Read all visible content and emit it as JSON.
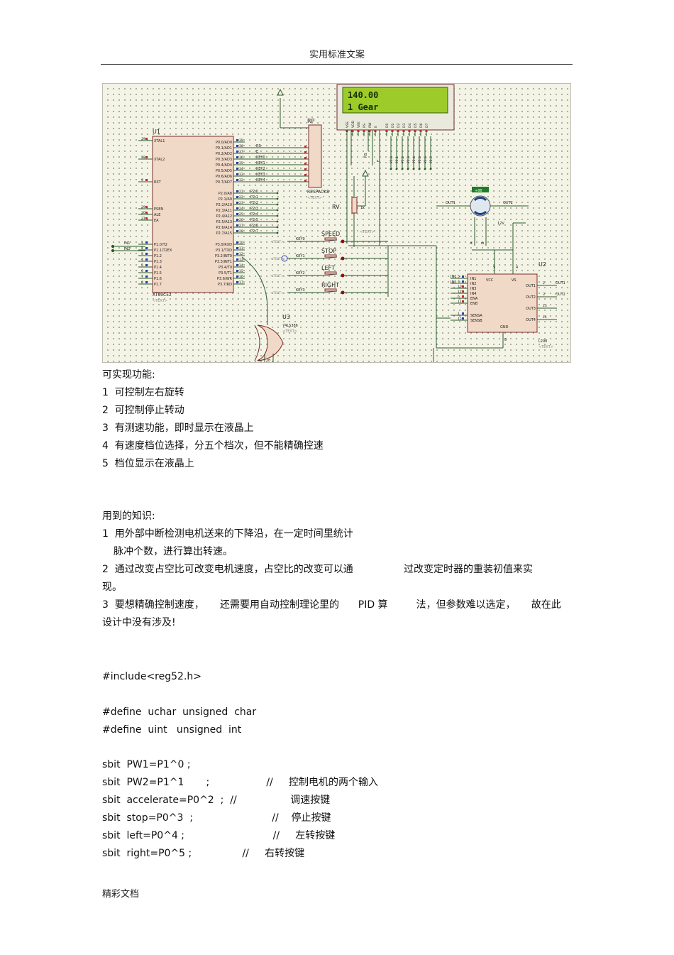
{
  "header": {
    "title": "实用标准文案"
  },
  "schematic": {
    "lcd_line1": "140.00",
    "lcd_line2": "1 Gear",
    "lcd_pins": [
      "VSS",
      "VDD",
      "VEE",
      "RS",
      "RW",
      "E",
      "D0",
      "D1",
      "D2",
      "D3",
      "D4",
      "D5",
      "D6",
      "D7"
    ],
    "u1_ref": "U1",
    "u1_part": "AT89C52",
    "u1_left_pins": [
      "XTAL1",
      "XTAL2",
      "RST",
      "PSEN",
      "ALE",
      "EA",
      "P1.0/T2",
      "P1.1/T2EX",
      "P1.2",
      "P1.3",
      "P1.4",
      "P1.5",
      "P1.6",
      "P1.7"
    ],
    "u1_left_nums": [
      "19",
      "18",
      "9",
      "29",
      "30",
      "31",
      "1",
      "2",
      "3",
      "4",
      "5",
      "6",
      "7",
      "8"
    ],
    "u1_right_pins": [
      "P0.0/AD0",
      "P0.1/AD1",
      "P0.2/AD2",
      "P0.3/AD3",
      "P0.4/AD4",
      "P0.5/AD5",
      "P0.6/AD6",
      "P0.7/AD7",
      "P2.0/A8",
      "P2.1/A9",
      "P2.2/A10",
      "P2.3/A11",
      "P2.4/A12",
      "P2.5/A13",
      "P2.6/A14",
      "P2.7/A15",
      "P3.0/RXD",
      "P3.1/TXD",
      "P3.2/INT0",
      "P3.3/INT1",
      "P3.4/T0",
      "P3.5/T1",
      "P3.6/WR",
      "P3.7/RD"
    ],
    "u1_right_nums": [
      "39",
      "38",
      "37",
      "36",
      "35",
      "34",
      "33",
      "32",
      "21",
      "22",
      "23",
      "24",
      "25",
      "26",
      "27",
      "28",
      "10",
      "11",
      "12",
      "13",
      "14",
      "15",
      "16",
      "17"
    ],
    "p0_nets": [
      "RS",
      "E",
      "KEY0",
      "KEY1",
      "KEY2",
      "KEY3",
      "KEY4"
    ],
    "p2_nets": [
      "P2.0",
      "P2.1",
      "P2.2",
      "P2.3",
      "P2.4",
      "P2.5",
      "P2.6",
      "P2.7"
    ],
    "rp_ref": "RP",
    "rp_part": "RESPACK8",
    "rv_ref": "RV",
    "rv_value": "1k",
    "buttons": [
      "SPEED",
      "STOP",
      "LEFT",
      "RIGHT"
    ],
    "button_keys": [
      "KEY0",
      "KEY1",
      "KEY2",
      "KEY3"
    ],
    "text_tag": "<TEXT>",
    "u3_ref": "U3",
    "u3_part": "74LS386",
    "u2_ref": "U2",
    "u2_part": "L298",
    "u2_left_pins": [
      "IN1",
      "IN2",
      "IN3",
      "IN4",
      "ENA",
      "ENB",
      "SENSA",
      "SENSB"
    ],
    "u2_top_pins": [
      "VCC",
      "VS"
    ],
    "u2_right_pins": [
      "OUT1",
      "OUT2",
      "OUT3",
      "OUT4"
    ],
    "u2_gnd": "GND",
    "motor_value": "+88",
    "out1": "OUT1",
    "out2": "OUT2",
    "supply": "12V",
    "net_in1": "IN1",
    "net_in2": "IN2",
    "net_a": "A",
    "net_b": "B"
  },
  "features": {
    "heading": "可实现功能:",
    "items": [
      "1  可控制左右旋转",
      "2  可控制停止转动",
      "3  有测速功能，即时显示在液晶上",
      "4  有速度档位选择，分五个档次，但不能精确控速",
      "5  档位显示在液晶上"
    ]
  },
  "knowledge": {
    "heading": "用到的知识:",
    "lines": [
      "1  用外部中断检测电机送来的下降沿，在一定时间里统计",
      "脉冲个数，进行算出转速。",
      "2  通过改变占空比可改变电机速度，占空比的改变可以通                过改变定时器的重装初值来实",
      "现。",
      "3  要想精确控制速度，     还需要用自动控制理论里的      PID 算         法，但参数难以选定，     故在此",
      "设计中没有涉及!"
    ]
  },
  "code": {
    "lines": [
      "#include<reg52.h>",
      "#define  uchar  unsigned  char",
      "#define  uint   unsigned  int",
      "sbit  PW1=P1^0 ;",
      "sbit  PW2=P1^1       ;                  //     控制电机的两个输入",
      "sbit  accelerate=P0^2  ;  //                 调速按键",
      "sbit  stop=P0^3  ;                         //    停止按键",
      "sbit  left=P0^4 ;                            //     左转按键",
      "sbit  right=P0^5 ;                //     右转按键"
    ]
  },
  "footer": {
    "text": "精彩文档"
  }
}
